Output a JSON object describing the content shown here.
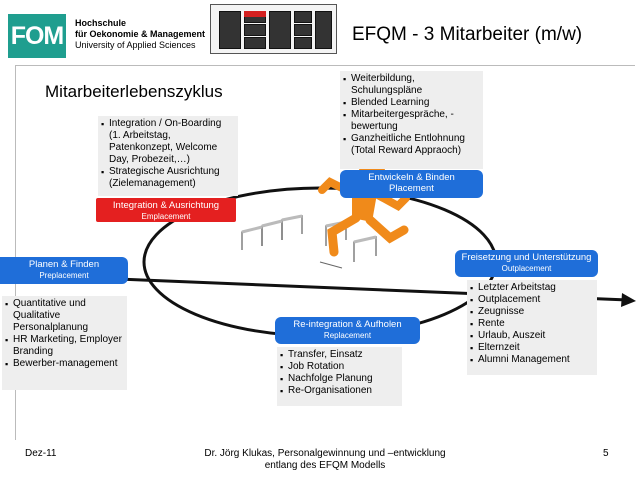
{
  "header": {
    "logo_text": "FOM",
    "logo_lines": [
      "Hochschule",
      "für Oekonomie & Management",
      "University of Applied Sciences"
    ],
    "slide_title": "EFQM - 3 Mitarbeiter (m/w)"
  },
  "colors": {
    "accent_teal": "#1f9e8f",
    "label_blue": "#1f6ed9",
    "label_red": "#e42020",
    "box_bg": "#eeeeee"
  },
  "cycle_title": "Mitarbeiterlebenszyklus",
  "onboarding": {
    "items": [
      "Integration / On-Boarding (1. Arbeitstag, Patenkonzept, Welcome Day, Probezeit,…)",
      "Strategische Ausrichtung (Zielemanagement)"
    ],
    "label": "Integration & Ausrichtung",
    "sublabel": "Emplacement"
  },
  "develop": {
    "items": [
      "Weiterbildung, Schulungspläne",
      "Blended Learning",
      "Mitarbeitergespräche, -bewertung",
      "Ganzheitliche Entlohnung (Total Reward Appraoch)"
    ],
    "label": "Entwickeln & Binden",
    "sublabel": "Placement"
  },
  "planen": {
    "label": "Planen & Finden",
    "sublabel": "Preplacement",
    "items": [
      "Quantitative und Qualitative Personalplanung",
      "HR Marketing, Employer Branding",
      "Bewerber-management"
    ]
  },
  "reintegration": {
    "label": "Re-integration & Aufholen",
    "sublabel": "Replacement",
    "items": [
      "Transfer, Einsatz",
      "Job Rotation",
      "Nachfolge Planung",
      "Re-Organisationen"
    ]
  },
  "freisetzung": {
    "label": "Freisetzung und Unterstützung",
    "sublabel": "Outplacement",
    "items": [
      "Letzter Arbeitstag",
      "Outplacement",
      "Zeugnisse",
      "Rente",
      "Urlaub, Auszeit",
      "Elternzeit",
      "Alumni Management"
    ]
  },
  "footer": {
    "date": "Dez-11",
    "author": "Dr. Jörg Klukas, Personalgewinnung und –entwicklung entlang des EFQM Modells",
    "page": "5"
  }
}
